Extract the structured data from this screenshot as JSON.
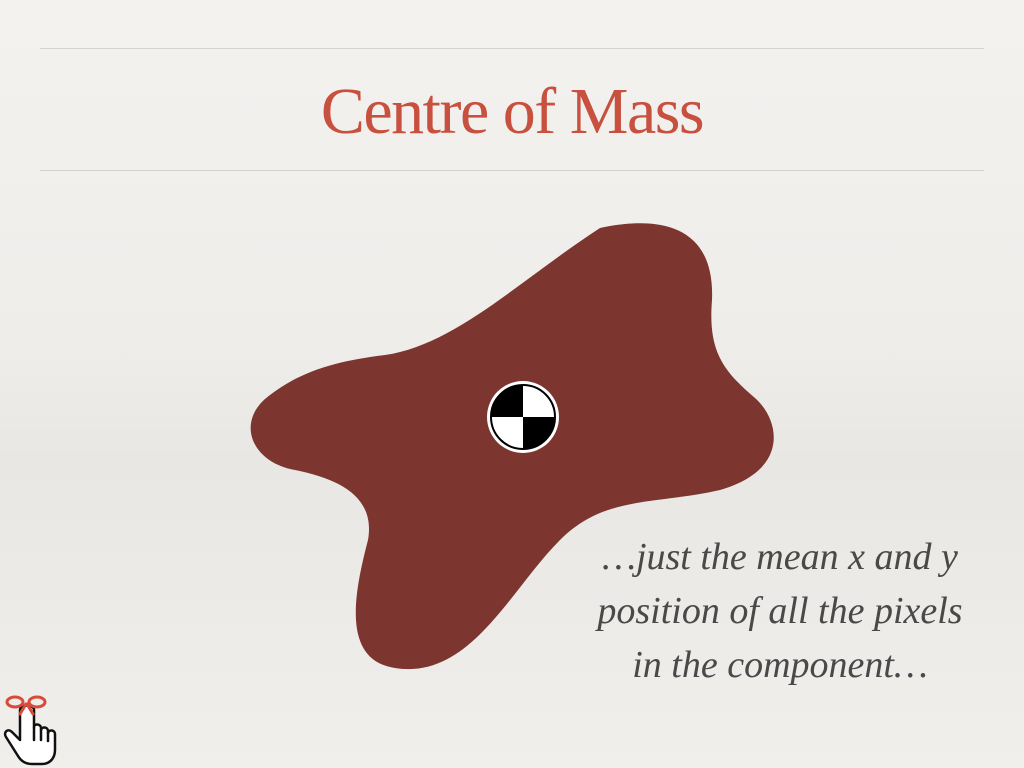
{
  "slide": {
    "title": "Centre of Mass",
    "caption_lines": [
      "…just the mean x and y",
      "position of all the pixels",
      "in the component…"
    ]
  },
  "icons": {
    "centroid": "centre-of-mass-icon",
    "pointer": "pointing-hand-icon"
  },
  "colors": {
    "title": "#c8503e",
    "blob": "#7d3530",
    "caption": "#4a4848",
    "bow": "#d84a3a"
  }
}
